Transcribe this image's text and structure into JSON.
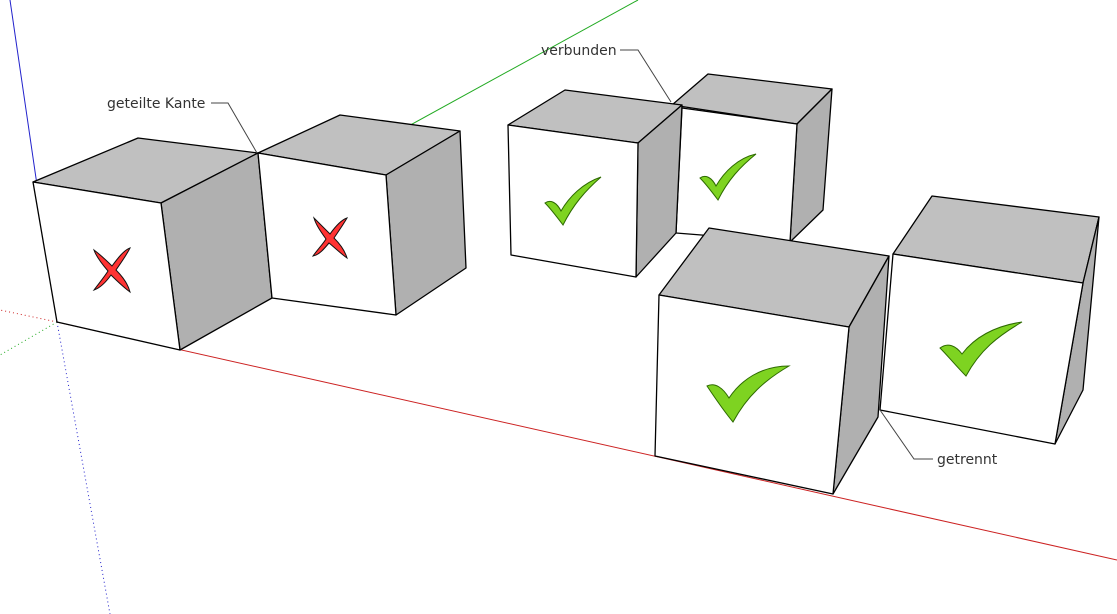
{
  "annotations": {
    "shared_edge": "geteilte Kante",
    "connected": "verbunden",
    "separated": "getrennt"
  },
  "axes": {
    "red": "#cc2222",
    "green": "#22aa22",
    "blue": "#2222cc"
  },
  "colors": {
    "cross": "#ff3333",
    "check": "#7ed321",
    "top_face": "#c0c0c0",
    "side_face": "#b0b0b0",
    "front_face": "#ffffff"
  },
  "cubes": [
    {
      "name": "cube-1",
      "mark": "cross-icon"
    },
    {
      "name": "cube-2",
      "mark": "cross-icon"
    },
    {
      "name": "cube-3",
      "mark": "check-icon"
    },
    {
      "name": "cube-4",
      "mark": "check-icon"
    },
    {
      "name": "cube-5",
      "mark": "check-icon"
    },
    {
      "name": "cube-6",
      "mark": "check-icon"
    }
  ]
}
